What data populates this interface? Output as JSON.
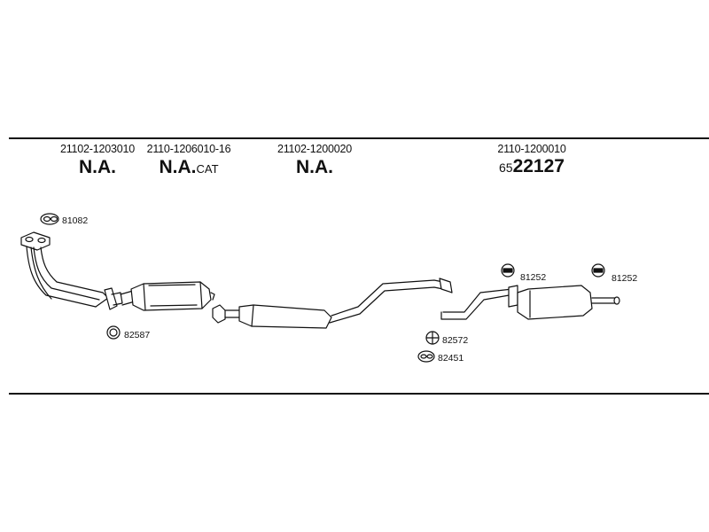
{
  "sections": [
    {
      "part_number": "21102-1203010",
      "availability": "N.A.",
      "suffix": ""
    },
    {
      "part_number": "2110-1206010-16",
      "availability": "N.A.",
      "suffix": "CAT"
    },
    {
      "part_number": "21102-1200020",
      "availability": "N.A.",
      "suffix": ""
    },
    {
      "part_number": "2110-1200010",
      "price_prefix": "65",
      "price_main": "22127"
    }
  ],
  "accessories": [
    {
      "code": "81082",
      "icon": "gasket-icon"
    },
    {
      "code": "82587",
      "icon": "ring-icon"
    },
    {
      "code": "82572",
      "icon": "clamp-icon"
    },
    {
      "code": "82451",
      "icon": "gasket-icon"
    },
    {
      "code": "81252",
      "icon": "rubber-hanger-icon"
    },
    {
      "code": "81252",
      "icon": "rubber-hanger-icon"
    }
  ]
}
